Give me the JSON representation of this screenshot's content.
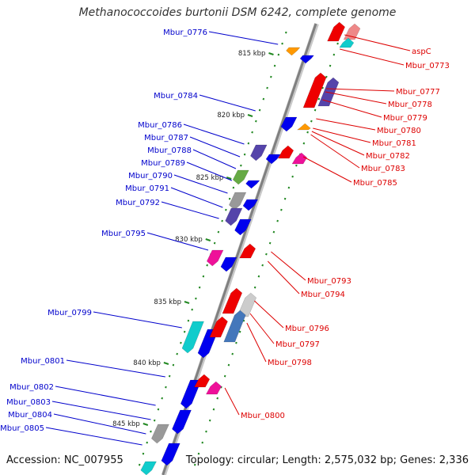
{
  "title": "Methanococcoides burtonii DSM 6242, complete genome",
  "footer": {
    "accession": "Accession: NC_007955",
    "topology": "Topology: circular; Length: 2,575,032 bp; Genes: 2,336"
  },
  "colors": {
    "forward_label": "#0000cc",
    "reverse_label": "#dd0000",
    "forward_gene": "#0000ee",
    "reverse_gene": "#ee0000",
    "backbone": "#808080",
    "tick": "#228822",
    "orange": "#ff9900",
    "magenta": "#ee1199",
    "cyan": "#11cccc",
    "slate": "#5544aa",
    "gray": "#999999"
  },
  "kbp_ticks": [
    "815 kbp",
    "820 kbp",
    "825 kbp",
    "830 kbp",
    "835 kbp",
    "840 kbp",
    "845 kbp"
  ],
  "forward_labels": [
    "Mbur_0776",
    "Mbur_0784",
    "Mbur_0786",
    "Mbur_0787",
    "Mbur_0788",
    "Mbur_0789",
    "Mbur_0790",
    "Mbur_0791",
    "Mbur_0792",
    "Mbur_0795",
    "Mbur_0799",
    "Mbur_0801",
    "Mbur_0802",
    "Mbur_0803",
    "Mbur_0804",
    "Mbur_0805"
  ],
  "reverse_labels": [
    "aspC",
    "Mbur_0773",
    "Mbur_0777",
    "Mbur_0778",
    "Mbur_0779",
    "Mbur_0780",
    "Mbur_0781",
    "Mbur_0782",
    "Mbur_0783",
    "Mbur_0785",
    "Mbur_0793",
    "Mbur_0794",
    "Mbur_0796",
    "Mbur_0797",
    "Mbur_0798",
    "Mbur_0800"
  ]
}
